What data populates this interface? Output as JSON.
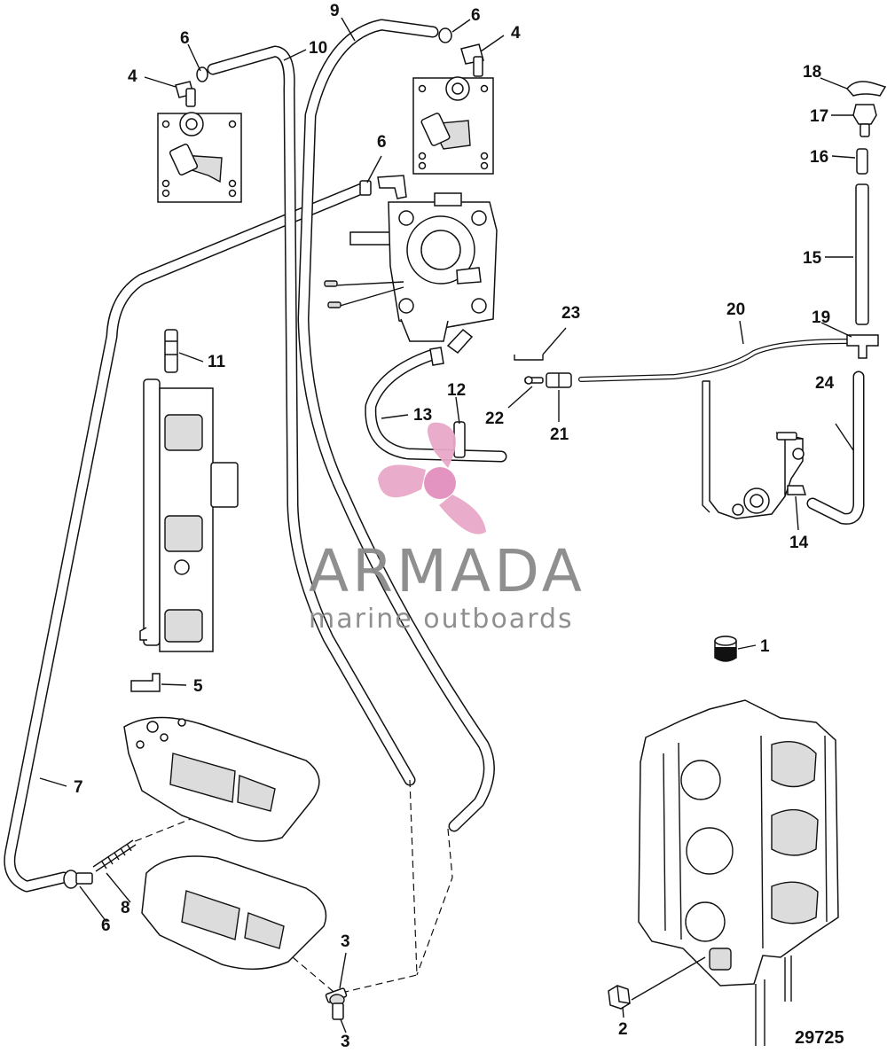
{
  "diagram": {
    "part_number": "29725",
    "callouts": [
      "1",
      "2",
      "3",
      "3",
      "4",
      "4",
      "5",
      "6",
      "6",
      "6",
      "6",
      "7",
      "8",
      "9",
      "10",
      "11",
      "12",
      "13",
      "14",
      "15",
      "16",
      "17",
      "18",
      "19",
      "20",
      "21",
      "22",
      "23",
      "24"
    ]
  },
  "watermark": {
    "title": "ARMADA",
    "subtitle": "marine outboards",
    "colors": {
      "propeller": "#e8a8c8",
      "hub": "#e38fbd",
      "text": "#8a8a8a"
    }
  }
}
